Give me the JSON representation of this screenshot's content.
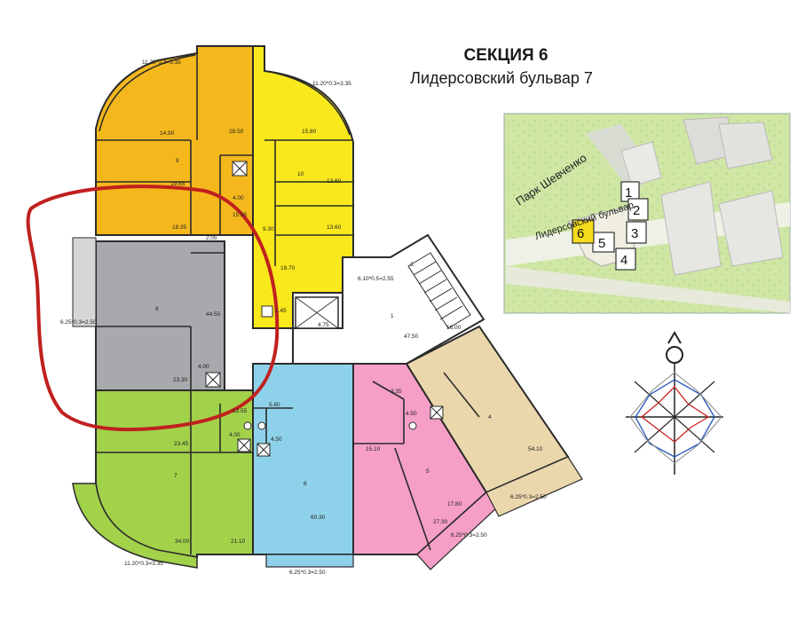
{
  "header": {
    "title": "СЕКЦИЯ 6",
    "subtitle": "Лидерсовский бульвар 7"
  },
  "colors": {
    "orange": "#f4b81c",
    "yellow": "#f9e81c",
    "grey": "#a7a9ac",
    "green": "#a2d14a",
    "blue": "#8ed1ea",
    "pink": "#f59fc6",
    "beige": "#ead7ac",
    "highlight_ring": "#c0211e",
    "wall": "#2b2b2b"
  },
  "balconies": {
    "top_left": "11.20*0.3=3.35",
    "top_right": "11.20*0.3=3.35",
    "left": "6.25*0.3=2.50",
    "small_orange": "6.10*0.5=2.55",
    "bottom_right": "6.25*0.3=2.50",
    "pink_bottom": "6.25*0.3=2.50",
    "blue_bottom": "6.25*0.3=2.50",
    "green_bottom": "11.20*0.3=3.35"
  },
  "apartments": {
    "a9": {
      "number": "9",
      "areas": [
        "14.90",
        "28.50",
        "19.65",
        "18.35",
        "15.95",
        "4.00",
        "2.05"
      ]
    },
    "a10": {
      "number": "10",
      "areas": [
        "15.80",
        "13.60",
        "13.60",
        "9.30",
        "19.70",
        "1.45"
      ]
    },
    "a8": {
      "number": "8",
      "areas": [
        "44.55",
        "23.30",
        "4.00"
      ]
    },
    "a7": {
      "number": "7",
      "areas": [
        "23.45",
        "13.55",
        "4.00",
        "34.00",
        "21.10"
      ]
    },
    "a6": {
      "number": "6",
      "areas": [
        "5.60",
        "4.50",
        "60.30"
      ]
    },
    "a5": {
      "number": "5",
      "areas": [
        "3.35",
        "4.50",
        "15.10",
        "27.30",
        "17.80"
      ]
    },
    "a4": {
      "number": "4",
      "areas": [
        "54.10"
      ]
    },
    "common": {
      "number": "1",
      "areas": [
        "16.00",
        "47.50",
        "4.75"
      ]
    },
    "stair": {
      "number": "3"
    }
  },
  "map": {
    "park_label": "Парк Шевченко",
    "street_label": "Лидерсовский бульвар",
    "sections": [
      "1",
      "2",
      "3",
      "4",
      "5",
      "6"
    ]
  },
  "compass": {
    "north": "N"
  }
}
